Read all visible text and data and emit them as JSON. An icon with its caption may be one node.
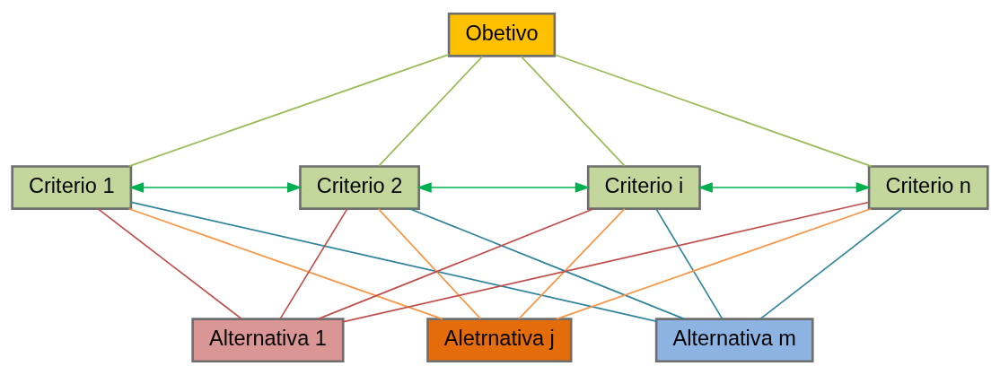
{
  "diagram": {
    "nodes": [
      {
        "text": [
          "Obetivo"
        ]
      },
      {
        "text": [
          "Criterio 1"
        ]
      },
      {
        "text": [
          "Criterio 2"
        ]
      },
      {
        "text": [
          "Criterio i"
        ]
      },
      {
        "text": [
          "Criterio n"
        ]
      },
      {
        "text": [
          "Alternativa 1"
        ]
      },
      {
        "text": [
          "Aletrnativa j"
        ]
      },
      {
        "text": [
          "Alternativa m"
        ]
      }
    ],
    "edges": [
      {
        "from": 0,
        "to": 1,
        "arrow": "none",
        "color": "#9bbb59"
      },
      {
        "from": 0,
        "to": 2,
        "arrow": "none",
        "color": "#9bbb59"
      },
      {
        "from": 0,
        "to": 3,
        "arrow": "none",
        "color": "#9bbb59"
      },
      {
        "from": 0,
        "to": 4,
        "arrow": "none",
        "color": "#9bbb59"
      },
      {
        "from": 1,
        "to": 2,
        "arrow": "both",
        "color": "#00b050"
      },
      {
        "from": 2,
        "to": 3,
        "arrow": "both",
        "color": "#00b050"
      },
      {
        "from": 3,
        "to": 4,
        "arrow": "both",
        "color": "#00b050"
      },
      {
        "from": 1,
        "to": 5,
        "arrow": "none",
        "color": "#c0504d"
      },
      {
        "from": 1,
        "to": 6,
        "arrow": "none",
        "color": "#f79646"
      },
      {
        "from": 1,
        "to": 7,
        "arrow": "none",
        "color": "#31859c"
      },
      {
        "from": 2,
        "to": 5,
        "arrow": "none",
        "color": "#c0504d"
      },
      {
        "from": 2,
        "to": 6,
        "arrow": "none",
        "color": "#f79646"
      },
      {
        "from": 2,
        "to": 7,
        "arrow": "none",
        "color": "#31859c"
      },
      {
        "from": 3,
        "to": 5,
        "arrow": "none",
        "color": "#c0504d"
      },
      {
        "from": 3,
        "to": 6,
        "arrow": "none",
        "color": "#f79646"
      },
      {
        "from": 3,
        "to": 7,
        "arrow": "none",
        "color": "#31859c"
      },
      {
        "from": 4,
        "to": 5,
        "arrow": "none",
        "color": "#c0504d"
      },
      {
        "from": 4,
        "to": 6,
        "arrow": "none",
        "color": "#f79646"
      },
      {
        "from": 4,
        "to": 7,
        "arrow": "none",
        "color": "#31859c"
      }
    ]
  }
}
